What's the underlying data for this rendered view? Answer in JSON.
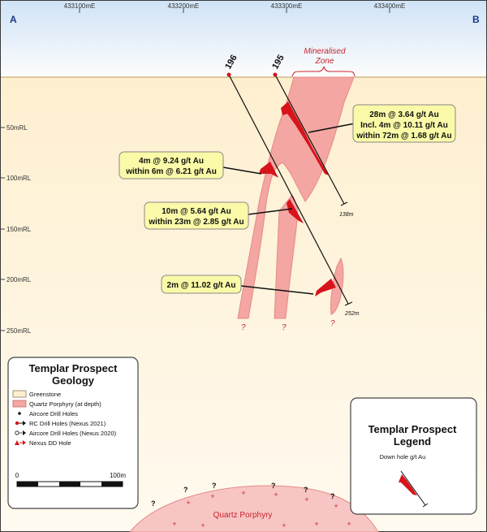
{
  "section": {
    "left_end": "A",
    "right_end": "B",
    "eastings": [
      "433100mE",
      "433200mE",
      "433300mE",
      "433400mE"
    ],
    "rl_labels": [
      "50mRL",
      "100mRL",
      "150mRL",
      "200mRL",
      "250mRL"
    ]
  },
  "holes": [
    {
      "id": "196",
      "depth_label": "252m"
    },
    {
      "id": "195",
      "depth_label": "138m"
    }
  ],
  "zone_label": [
    "Mineralised",
    "Zone"
  ],
  "intercepts": [
    {
      "lines": [
        "28m @ 3.64 g/t Au",
        "Incl. 4m @ 10.11 g/t Au",
        "within 72m @ 1.68 g/t Au"
      ]
    },
    {
      "lines": [
        "4m @ 9.24 g/t Au",
        "within  6m @ 6.21 g/t Au"
      ]
    },
    {
      "lines": [
        "10m @ 5.64 g/t Au",
        "within 23m @ 2.85 g/t Au"
      ]
    },
    {
      "lines": [
        "2m @ 11.02 g/t Au"
      ]
    }
  ],
  "question_mark": "?",
  "porphyry_label": "Quartz Porphyry",
  "geology_legend": {
    "title": [
      "Templar Prospect",
      "Geology"
    ],
    "items": [
      "Greenstone",
      "Quartz Porphyry (at depth)",
      "Aircore Drill Holes",
      "RC Drill Holes (Nexus 2021)",
      "Aircore Drill Holes (Nexus 2020)",
      "Nexus DD Hole"
    ],
    "scale_labels": [
      "0",
      "100m"
    ]
  },
  "prospect_legend": {
    "title": [
      "Templar Prospect",
      "Legend"
    ],
    "caption": "Down hole g/t Au"
  },
  "colors": {
    "sky_top": "#dbeaf8",
    "sky_bottom": "#fefefe",
    "greenstone": "#fef3d8",
    "porphyry": "#f2a0a0",
    "porphyry_edge": "#e88080",
    "grade": "#d7141b",
    "callout_fill": "#fafaa8",
    "zone_text": "#c8242e"
  }
}
